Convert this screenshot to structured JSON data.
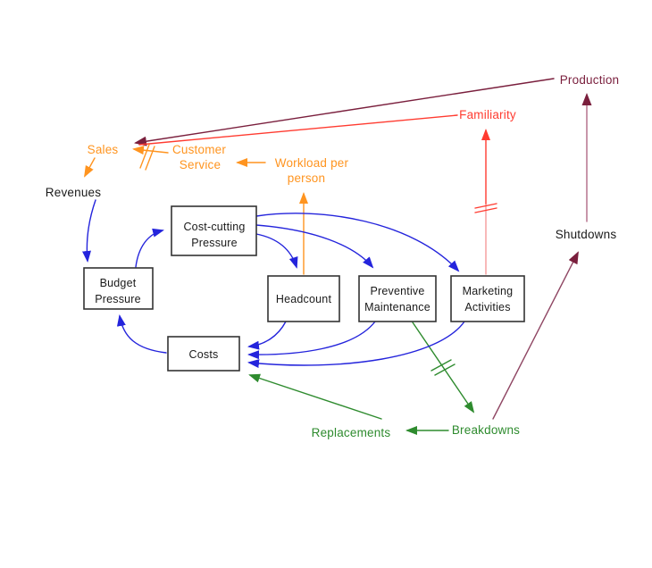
{
  "colors": {
    "background": "#FFFFFF",
    "blue": "#2424DC",
    "green": "#2E8B2E",
    "orange": "#FF941F",
    "red": "#FF3B30",
    "red_light": "#F59B9B",
    "maroon": "#7A1F3D",
    "maroon_light": "#B06A85",
    "maroon_mid": "#8F4663",
    "box_border": "#333333",
    "ink": "#1A1A1A"
  },
  "labels": {
    "production": "Production",
    "familiarity": "Familiarity",
    "sales": "Sales",
    "customer_service_line1": "Customer",
    "customer_service_line2": "Service",
    "workload_line1": "Workload per",
    "workload_line2": "person",
    "revenues": "Revenues",
    "shutdowns": "Shutdowns",
    "replacements": "Replacements",
    "breakdowns": "Breakdowns"
  },
  "nodes": {
    "cost_cutting_pressure": {
      "line1": "Cost-cutting",
      "line2": "Pressure"
    },
    "budget_pressure": {
      "line1": "Budget",
      "line2": "Pressure"
    },
    "headcount": {
      "line1": "Headcount"
    },
    "preventive_maintenance": {
      "line1": "Preventive",
      "line2": "Maintenance"
    },
    "marketing_activities": {
      "line1": "Marketing",
      "line2": "Activities"
    },
    "costs": {
      "line1": "Costs"
    }
  },
  "edges": [
    {
      "from": "Production",
      "to": "Sales",
      "color": "dark-red",
      "delay_mark": false
    },
    {
      "from": "Familiarity",
      "to": "Sales",
      "color": "red",
      "delay_mark": false
    },
    {
      "from": "Customer Service",
      "to": "Sales",
      "color": "orange",
      "delay_mark": true
    },
    {
      "from": "Workload per person",
      "to": "Customer Service",
      "color": "orange",
      "delay_mark": false
    },
    {
      "from": "Sales",
      "to": "Revenues",
      "color": "orange",
      "delay_mark": false
    },
    {
      "from": "Headcount",
      "to": "Workload per person",
      "color": "orange",
      "delay_mark": false
    },
    {
      "from": "Marketing Activities",
      "to": "Familiarity",
      "color": "red",
      "delay_mark": true
    },
    {
      "from": "Shutdowns",
      "to": "Production",
      "color": "dark-red",
      "delay_mark": false
    },
    {
      "from": "Breakdowns",
      "to": "Shutdowns",
      "color": "dark-red",
      "delay_mark": false
    },
    {
      "from": "Preventive Maintenance",
      "to": "Breakdowns",
      "color": "green",
      "delay_mark": true
    },
    {
      "from": "Breakdowns",
      "to": "Replacements",
      "color": "green",
      "delay_mark": false
    },
    {
      "from": "Replacements",
      "to": "Costs",
      "color": "green",
      "delay_mark": false
    },
    {
      "from": "Revenues",
      "to": "Budget Pressure",
      "color": "blue",
      "delay_mark": false
    },
    {
      "from": "Budget Pressure",
      "to": "Cost-cutting Pressure",
      "color": "blue",
      "delay_mark": false
    },
    {
      "from": "Cost-cutting Pressure",
      "to": "Headcount",
      "color": "blue",
      "delay_mark": false
    },
    {
      "from": "Cost-cutting Pressure",
      "to": "Preventive Maintenance",
      "color": "blue",
      "delay_mark": false
    },
    {
      "from": "Cost-cutting Pressure",
      "to": "Marketing Activities",
      "color": "blue",
      "delay_mark": false
    },
    {
      "from": "Headcount",
      "to": "Costs",
      "color": "blue",
      "delay_mark": false
    },
    {
      "from": "Preventive Maintenance",
      "to": "Costs",
      "color": "blue",
      "delay_mark": false
    },
    {
      "from": "Marketing Activities",
      "to": "Costs",
      "color": "blue",
      "delay_mark": false
    },
    {
      "from": "Costs",
      "to": "Budget Pressure",
      "color": "blue",
      "delay_mark": false
    }
  ]
}
